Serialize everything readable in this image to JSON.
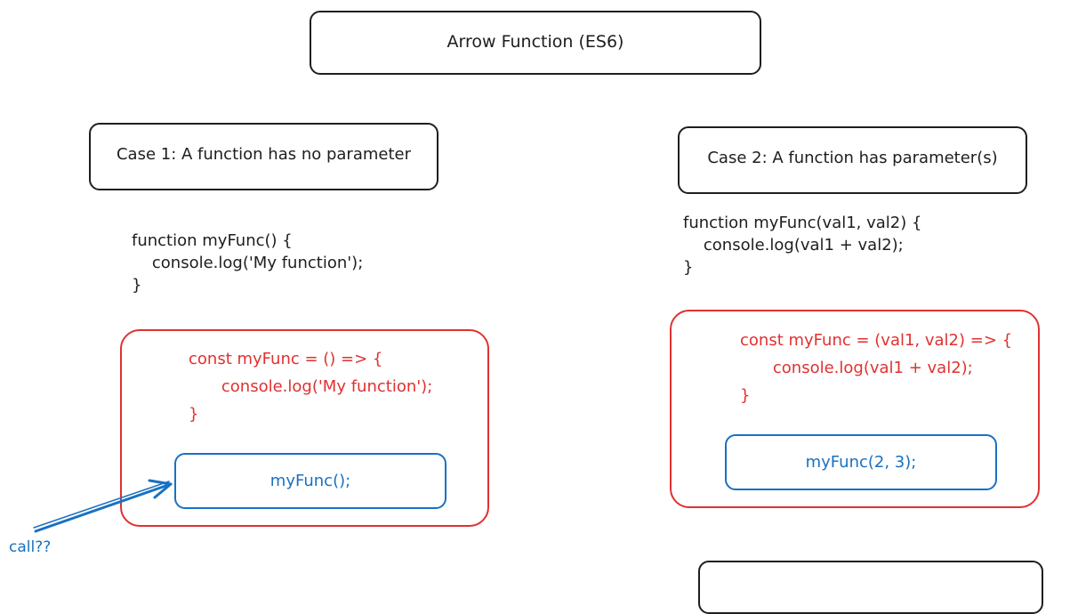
{
  "title": "Arrow Function (ES6)",
  "case1": {
    "heading": "Case 1: A function has no parameter",
    "code_line1": "function myFunc() {",
    "code_line2": "    console.log('My function');",
    "code_line3": "}",
    "arrow_line1": "const myFunc = () => {",
    "arrow_line2": "    console.log('My function');",
    "arrow_line3": "}",
    "call": "myFunc();",
    "annotation": "call??"
  },
  "case2": {
    "heading": "Case 2: A function has parameter(s)",
    "code_line1": "function myFunc(val1, val2) {",
    "code_line2": "    console.log(val1 + val2);",
    "code_line3": "}",
    "arrow_line1": "const myFunc = (val1, val2) => {",
    "arrow_line2": "    console.log(val1 + val2);",
    "arrow_line3": "}",
    "call": "myFunc(2, 3);"
  },
  "colors": {
    "stroke": "#1e1e1e",
    "red": "#e03131",
    "blue": "#1971c2"
  }
}
